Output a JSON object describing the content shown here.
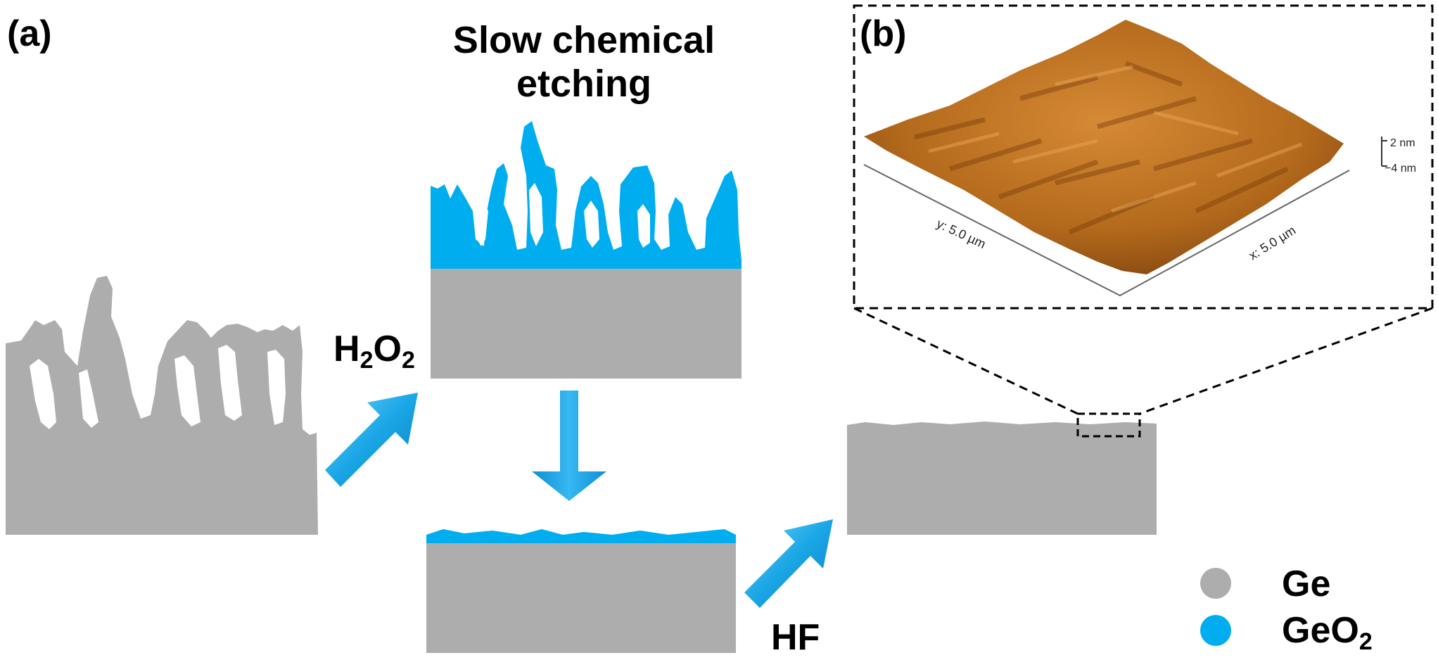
{
  "panels": {
    "a": "(a)",
    "b": "(b)"
  },
  "title": {
    "line1": "Slow chemical",
    "line2": "etching"
  },
  "reagents": {
    "h2o2": {
      "main": "H",
      "sub1": "2",
      "mid": "O",
      "sub2": "2"
    },
    "hf": "HF"
  },
  "legend": [
    {
      "label_main": "Ge",
      "label_sub": "",
      "color": "#adadad"
    },
    {
      "label_main": "GeO",
      "label_sub": "2",
      "color": "#00aeef"
    }
  ],
  "afm": {
    "y_axis": "y: 5.0 µm",
    "x_axis": "x: 5.0 µm",
    "z_top": "2 nm",
    "z_bottom": "−4 nm"
  },
  "colors": {
    "ge": "#adadad",
    "geo2": "#00aeef",
    "arrow": "#1aa6e6",
    "afm": "#b86a1c"
  }
}
